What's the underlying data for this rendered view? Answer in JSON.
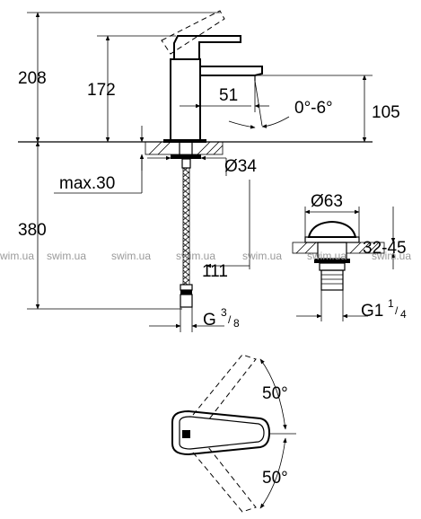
{
  "dimensions": {
    "total_height": "208",
    "spout_height": "172",
    "spout_reach": "51",
    "spout_angle": "0°-6°",
    "spout_outlet_height": "105",
    "hole_diameter": "Ø34",
    "max_thickness": "max.30",
    "hose_length": "380",
    "hose_offset": "111",
    "connection_thread": "G",
    "connection_thread_sup": "3",
    "connection_thread_sub": "8",
    "waste_diameter": "Ø63",
    "waste_thickness": "32-45",
    "waste_thread": "G1",
    "waste_thread_sup": "1",
    "waste_thread_sub": "4",
    "handle_angle_top": "50°",
    "handle_angle_bottom": "50°"
  },
  "watermark": [
    "swim.ua",
    "swim.ua",
    "swim.ua",
    "swim.ua",
    "swim.ua",
    "swim.ua",
    "swim.ua"
  ]
}
